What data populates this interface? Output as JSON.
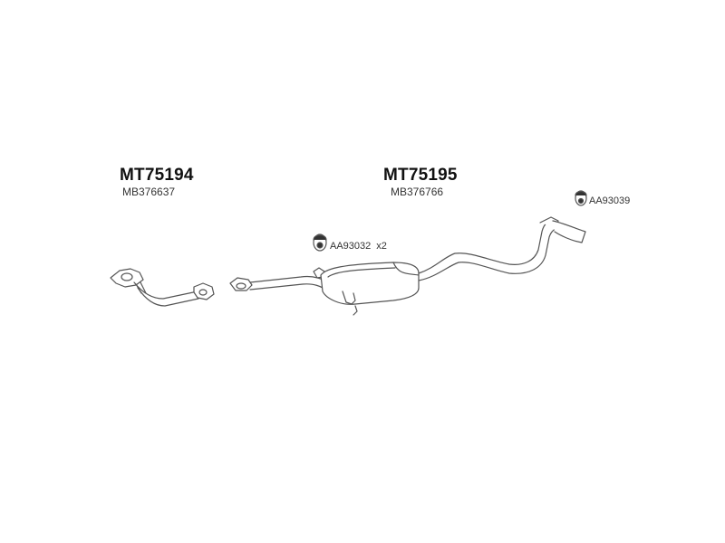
{
  "assemblies": [
    {
      "part_number": "MT75194",
      "oem_number": "MB376637"
    },
    {
      "part_number": "MT75195",
      "oem_number": "MB376766"
    }
  ],
  "hangers": [
    {
      "code": "AA93032",
      "qty": "x2"
    },
    {
      "code": "AA93039",
      "qty": ""
    }
  ],
  "colors": {
    "line": "#555555",
    "fill": "#ffffff",
    "text": "#111111"
  }
}
